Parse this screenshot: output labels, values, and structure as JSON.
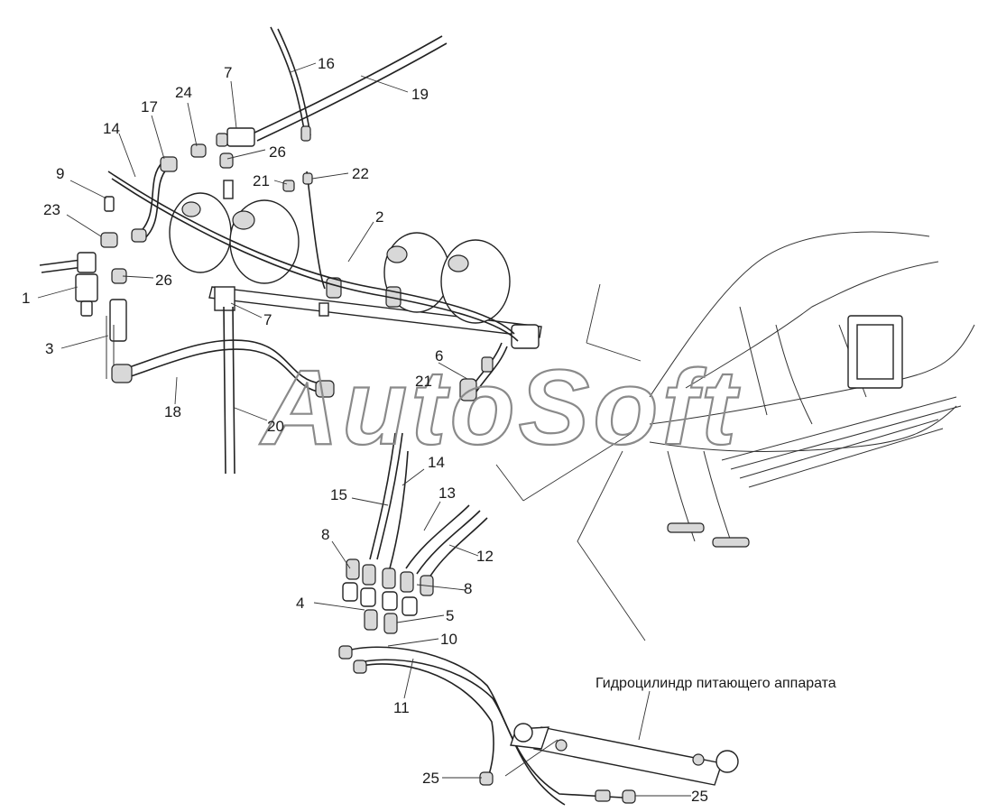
{
  "labels": [
    {
      "text": "1"
    },
    {
      "text": "3"
    },
    {
      "text": "9"
    },
    {
      "text": "23"
    },
    {
      "text": "14"
    },
    {
      "text": "17"
    },
    {
      "text": "24"
    },
    {
      "text": "7"
    },
    {
      "text": "16"
    },
    {
      "text": "19"
    },
    {
      "text": "26"
    },
    {
      "text": "21"
    },
    {
      "text": "22"
    },
    {
      "text": "2"
    },
    {
      "text": "26"
    },
    {
      "text": "7"
    },
    {
      "text": "6"
    },
    {
      "text": "21"
    },
    {
      "text": "18"
    },
    {
      "text": "20"
    },
    {
      "text": "15"
    },
    {
      "text": "14"
    },
    {
      "text": "13"
    },
    {
      "text": "8"
    },
    {
      "text": "12"
    },
    {
      "text": "8"
    },
    {
      "text": "4"
    },
    {
      "text": "5"
    },
    {
      "text": "10"
    },
    {
      "text": "11"
    },
    {
      "text": "25"
    },
    {
      "text": "25"
    }
  ],
  "caption": "Гидроцилиндр питающего аппарата",
  "watermark": "AutoSoft",
  "colors": {
    "line": "#222222",
    "watermark": "#8a8a8a",
    "background": "#ffffff"
  }
}
